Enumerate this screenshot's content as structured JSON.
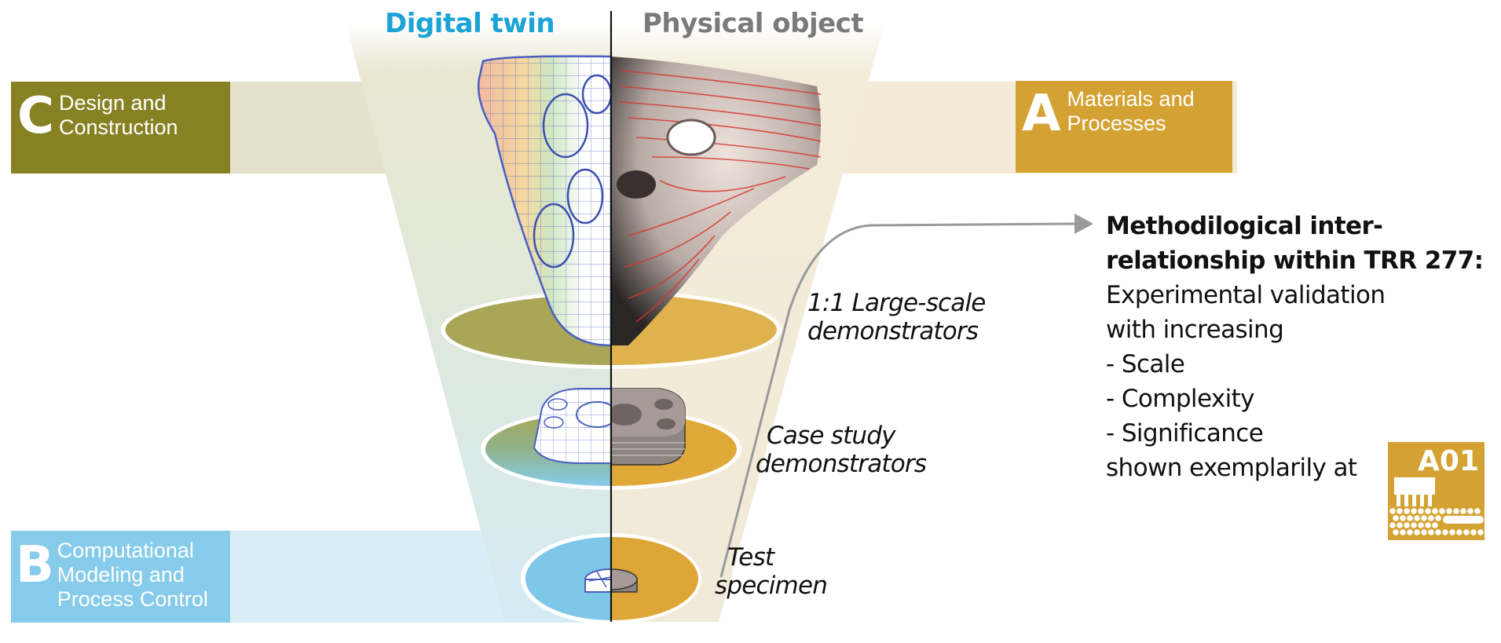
{
  "headings": {
    "left": "Digital twin",
    "right": "Physical object"
  },
  "areas": {
    "C": {
      "letter": "C",
      "line1": "Design and",
      "line2": "Construction",
      "color": "#868224",
      "band_color": "#e4e2cc"
    },
    "A": {
      "letter": "A",
      "line1": "Materials and",
      "line2": "Processes",
      "color": "#d4a233",
      "band_color": "#f3ebd8"
    },
    "B": {
      "letter": "B",
      "line1": "Computational",
      "line2": "Modeling and",
      "line3": "Process Control",
      "color": "#86cbea",
      "band_color": "#d9edf6"
    }
  },
  "levels": [
    {
      "line1": "1:1 Large-scale",
      "line2": "demonstrators"
    },
    {
      "line1": "Case study",
      "line2": "demonstrators"
    },
    {
      "line1": "Test",
      "line2": "specimen"
    }
  ],
  "description": {
    "title_line1": "Methodilogical inter-",
    "title_line2": "relationship within TRR 277:",
    "line1": "Experimental validation",
    "line2": "with increasing",
    "bullets": [
      "- Scale",
      "- Complexity",
      "- Significance"
    ],
    "line_last": "shown exemplarily at"
  },
  "badge": {
    "label": "A01",
    "color": "#d4a233"
  },
  "colors": {
    "digital_twin_blue": "#1aa3d6",
    "physical_gray": "#7a7a7a",
    "wireframe": "#4a5fc0",
    "stress_red": "#d8362e",
    "arrow_gray": "#9a9a9a"
  }
}
